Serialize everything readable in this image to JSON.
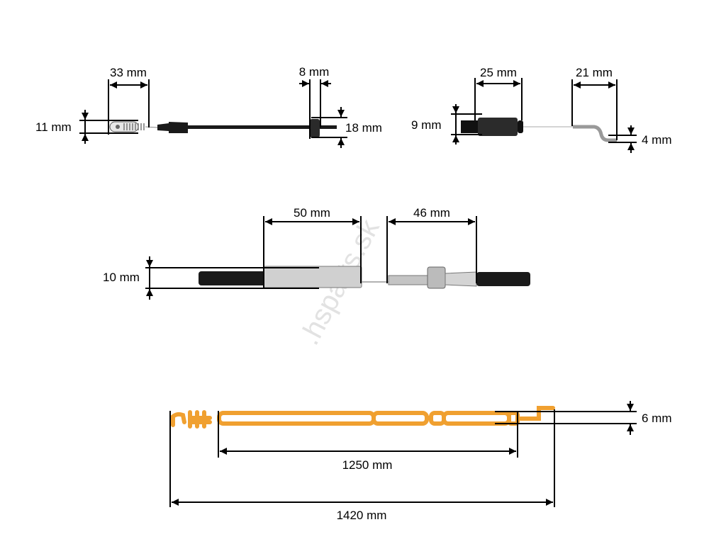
{
  "watermark": ".hsparts.sk",
  "colors": {
    "cable_outline": "#f0a030",
    "dimension": "#000000",
    "cable_body": "#1a1a1a",
    "metal": "#c8c8c8"
  },
  "part_top_left": {
    "eyelet_length": "33 mm",
    "eyelet_height": "11 mm",
    "bracket_width": "8 mm",
    "bracket_height": "18 mm"
  },
  "part_top_right": {
    "connector_length": "25 mm",
    "connector_height": "9 mm",
    "hook_length": "21 mm",
    "hook_offset": "4 mm"
  },
  "part_middle": {
    "ferrule_length": "50 mm",
    "thread_length": "46 mm",
    "cable_diameter": "10 mm"
  },
  "part_bottom": {
    "inner_length": "1250 mm",
    "total_length": "1420 mm",
    "hook_height": "6 mm"
  }
}
